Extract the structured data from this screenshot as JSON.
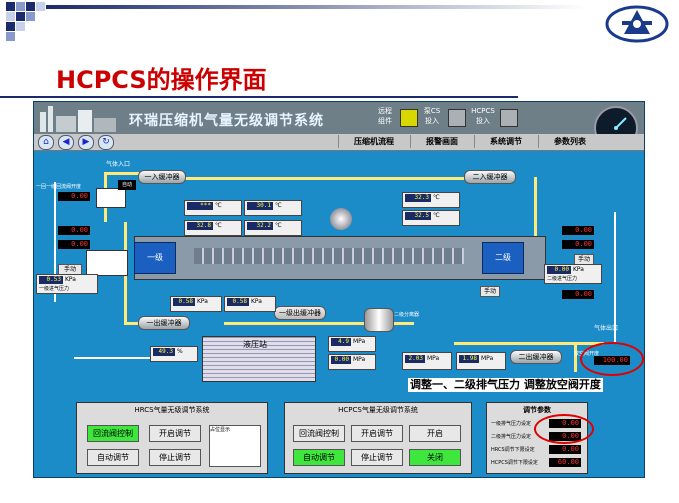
{
  "slide_title": "HCPCS的操作界面",
  "scada": {
    "system_title": "环瑞压缩机气量无级调节系统",
    "signals": [
      {
        "label": "远程\n组件"
      },
      {
        "label": "泵CS\n投入"
      },
      {
        "label": "HCPCS\n投入"
      }
    ],
    "menu": [
      "压缩机流程",
      "报警画面",
      "系统调节",
      "参数列表"
    ],
    "labels": {
      "gas_inlet": "气体入口",
      "gas_outlet": "气体出口",
      "cooler1": "一入缓冲器",
      "cooler2": "二入缓冲器",
      "cooler3": "一出缓冲器",
      "cooler4": "二出缓冲器",
      "cooler5": "一级出缓冲器",
      "separator": "二级分离器",
      "oil_station": "液压站",
      "stage1": "一级",
      "stage2": "二级",
      "manual": "手动",
      "auto": "自动",
      "bypass_valve": "一回一级回流阀开度",
      "stage1_in_pressure": "一级进气压力",
      "stage2_in_pressure": "二级进气压力",
      "valve_open_label": "放空阀开度"
    },
    "readouts": {
      "bypass_open": "0.00",
      "left_ctl1": "0.00",
      "left_ctl2": "0.00",
      "right_ctl1": "0.00",
      "right_ctl2": "0.00",
      "right_ctl3": "0.00",
      "vent_valve": "0.00",
      "outlet_set": "100.00"
    },
    "temps": {
      "t1": "30.1",
      "t2": "32.8",
      "t3": "32.2",
      "t4": "32.3",
      "t5": "32.5",
      "t_blank": "***",
      "unit": "℃"
    },
    "pressures": {
      "p_left": "0.53",
      "p1": "0.58",
      "p2": "0.58",
      "p_right": "0.00",
      "p_oil": "49.3",
      "p_oil2": "4.9",
      "p_oil3": "0.00",
      "p_out1": "2.03",
      "p_out2": "1.98",
      "unit_kpa": "KPa",
      "unit_mpa": "MPa",
      "unit_pct": "%"
    },
    "hrcs_group": {
      "title": "HRCS气量无级调节系统",
      "buttons": [
        "回流阀控制",
        "开启调节",
        "自动调节",
        "停止调节"
      ],
      "note": "占位显示"
    },
    "hcpcs_group": {
      "title": "HCPCS气量无级调节系统",
      "buttons": [
        "回流阀控制",
        "开启调节",
        "开启",
        "自动调节",
        "停止调节",
        "关闭"
      ],
      "note": "占位显示"
    },
    "params": {
      "title": "调节参数",
      "rows": [
        {
          "label": "一级排气压力设定",
          "value": "0.00"
        },
        {
          "label": "二级排气压力设定",
          "value": "0.00"
        },
        {
          "label": "HRCS调节下限设定",
          "value": "0.00"
        },
        {
          "label": "HCPCS调节下限设定",
          "value": "60.00"
        }
      ]
    },
    "annotation": "调整一、二级排气压力 调整放空阀开度"
  },
  "colors": {
    "scada_bg": "#1b8cc8",
    "title_red": "#cc0000",
    "pipe_yellow": "#ffe97a",
    "highlight_red": "#e00000",
    "active_green": "#3ee63e"
  }
}
